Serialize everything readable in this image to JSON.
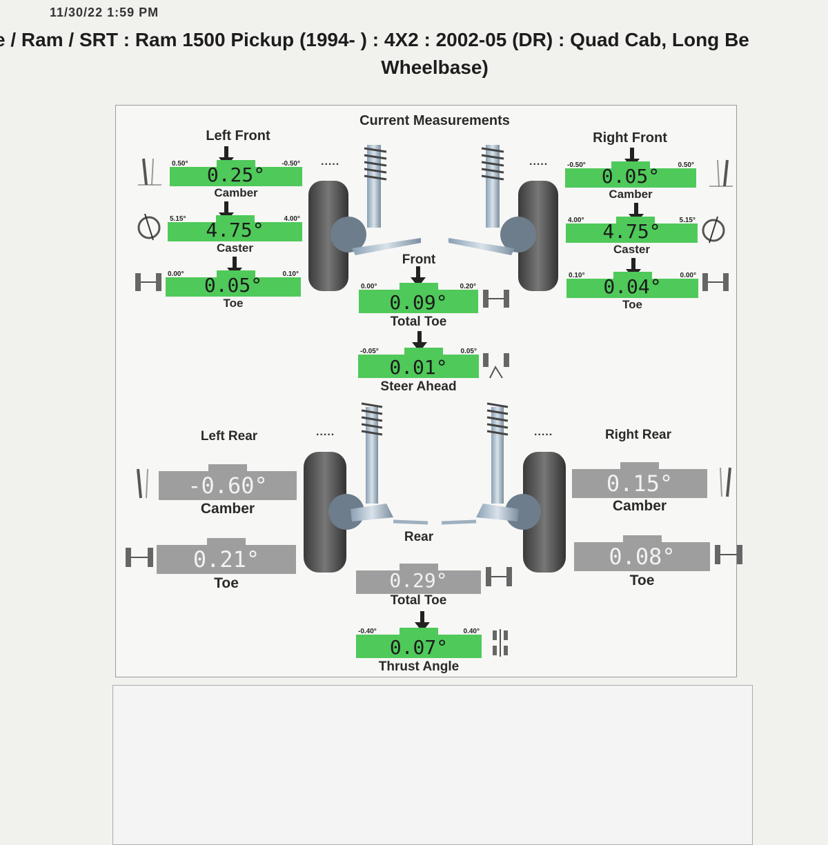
{
  "header": {
    "timestamp": "11/30/22 1:59 PM",
    "vehicle_line1": "e / Ram / SRT : Ram 1500 Pickup (1994- ) : 4X2 : 2002-05 (DR) : Quad Cab, Long Be",
    "vehicle_line2": "Wheelbase)"
  },
  "report": {
    "title": "Current Measurements",
    "front_label": "Front",
    "rear_label": "Rear",
    "left_front": {
      "title": "Left Front",
      "camber": {
        "label": "Camber",
        "value": "0.25°",
        "min": "0.50°",
        "max": "-0.50°"
      },
      "caster": {
        "label": "Caster",
        "value": "4.75°",
        "min": "5.15°",
        "max": "4.00°"
      },
      "toe": {
        "label": "Toe",
        "value": "0.05°",
        "min": "0.00°",
        "max": "0.10°"
      }
    },
    "right_front": {
      "title": "Right Front",
      "camber": {
        "label": "Camber",
        "value": "0.05°",
        "min": "-0.50°",
        "max": "0.50°"
      },
      "caster": {
        "label": "Caster",
        "value": "4.75°",
        "min": "4.00°",
        "max": "5.15°"
      },
      "toe": {
        "label": "Toe",
        "value": "0.04°",
        "min": "0.10°",
        "max": "0.00°"
      }
    },
    "front_total_toe": {
      "label": "Total Toe",
      "value": "0.09°",
      "min": "0.00°",
      "max": "0.20°"
    },
    "steer_ahead": {
      "label": "Steer Ahead",
      "value": "0.01°",
      "min": "-0.05°",
      "max": "0.05°"
    },
    "left_rear": {
      "title": "Left Rear",
      "camber": {
        "label": "Camber",
        "value": "-0.60°"
      },
      "toe": {
        "label": "Toe",
        "value": "0.21°"
      }
    },
    "right_rear": {
      "title": "Right Rear",
      "camber": {
        "label": "Camber",
        "value": "0.15°"
      },
      "toe": {
        "label": "Toe",
        "value": "0.08°"
      }
    },
    "rear_total_toe": {
      "label": "Total Toe",
      "value": "0.29°"
    },
    "thrust_angle": {
      "label": "Thrust Angle",
      "value": "0.07°",
      "min": "-0.40°",
      "max": "0.40°"
    },
    "separator": "....."
  },
  "colors": {
    "in_spec": "#4fc95a",
    "no_spec": "#9e9e9e"
  }
}
